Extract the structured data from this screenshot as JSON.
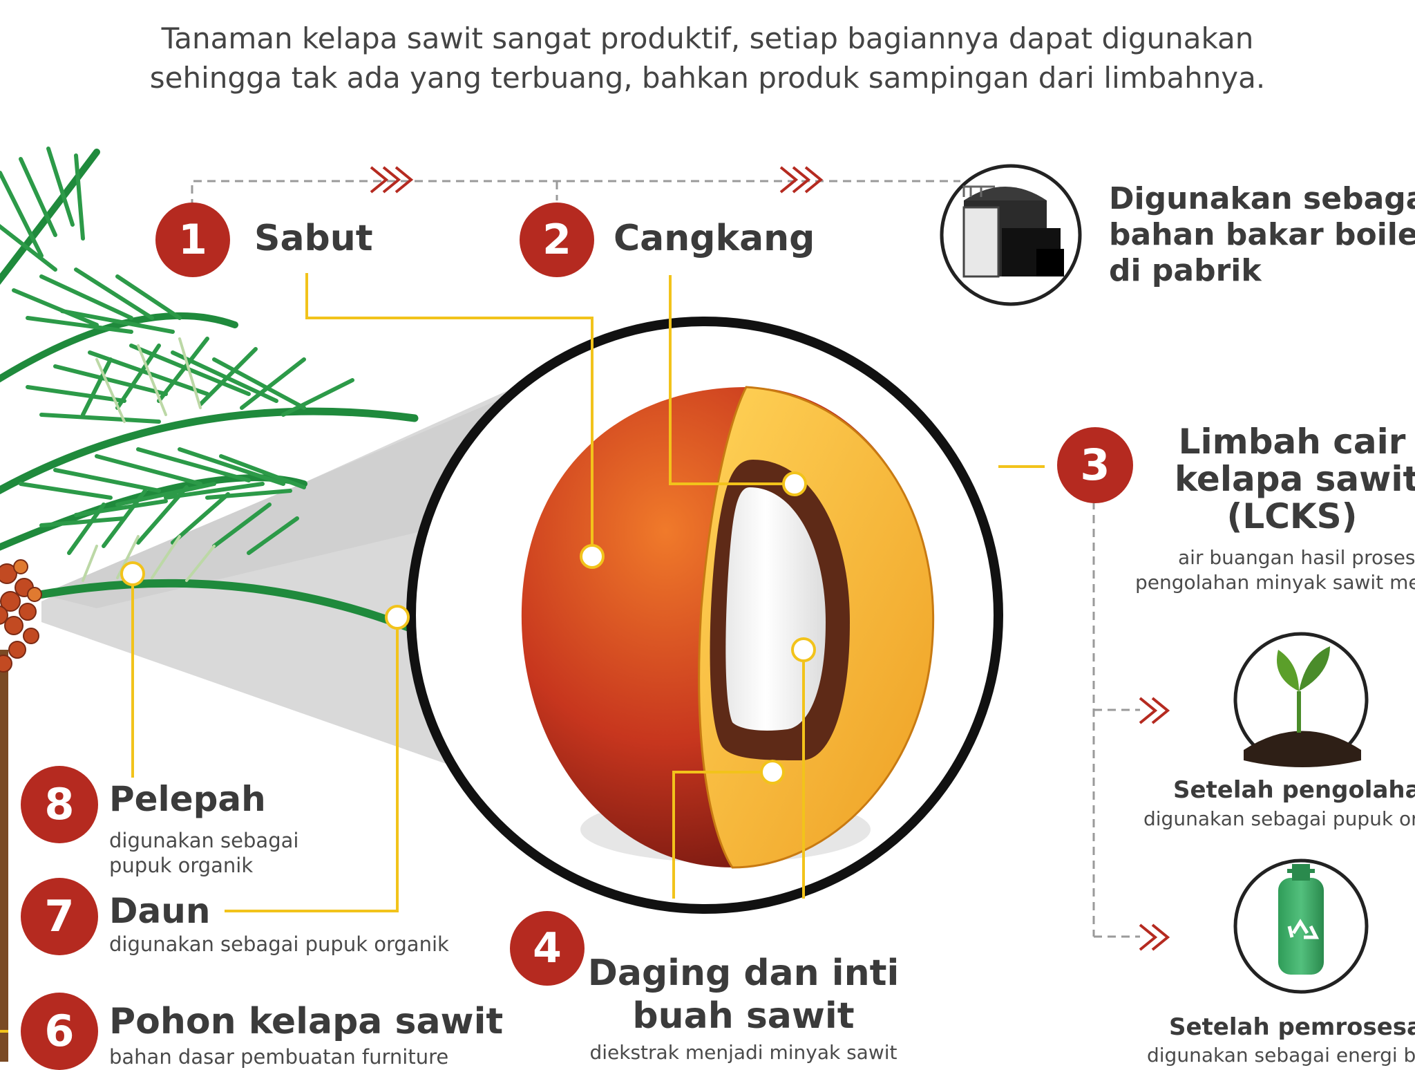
{
  "intro": {
    "line1": "Tanaman kelapa sawit sangat produktif, setiap bagiannya dapat digunakan",
    "line2": "sehingga tak ada yang terbuang, bahkan produk sampingan dari limbahnya."
  },
  "parts": [
    {
      "number": "1",
      "label": "Sabut"
    },
    {
      "number": "2",
      "label": "Cangkang"
    },
    {
      "number": "3",
      "label_lines": [
        "Limbah cair",
        "kelapa sawit",
        "(LCKS)"
      ],
      "desc_lines": [
        "air buangan hasil proses",
        "pengolahan minyak sawit men"
      ]
    },
    {
      "number": "4",
      "label_lines": [
        "Daging dan inti",
        "buah sawit"
      ],
      "desc": "diekstrak menjadi minyak sawit"
    },
    {
      "number": "6",
      "label": "Pohon kelapa sawit",
      "desc": "bahan dasar pembuatan furniture"
    },
    {
      "number": "7",
      "label": "Daun",
      "desc": "digunakan sebagai pupuk organik"
    },
    {
      "number": "8",
      "label": "Pelepah",
      "desc_lines": [
        "digunakan sebagai",
        "pupuk organik"
      ]
    }
  ],
  "boiler": {
    "lines": [
      "Digunakan sebagai",
      "bahan bakar boiler",
      "di pabrik"
    ]
  },
  "lcks_uses": [
    {
      "title": "Setelah pengolahan",
      "desc": "digunakan sebagai pupuk org",
      "icon": "sprout-icon"
    },
    {
      "title": "Setelah pemrosesa",
      "desc": "digunakan sebagai energi bi",
      "icon": "biogas-cylinder-icon"
    }
  ],
  "colors": {
    "badge": "#b52a20",
    "connector": "#f2c31b",
    "leaf": "#1f8a3c",
    "fruit_red": "#c0392b",
    "fruit_yellow": "#f6b531"
  }
}
